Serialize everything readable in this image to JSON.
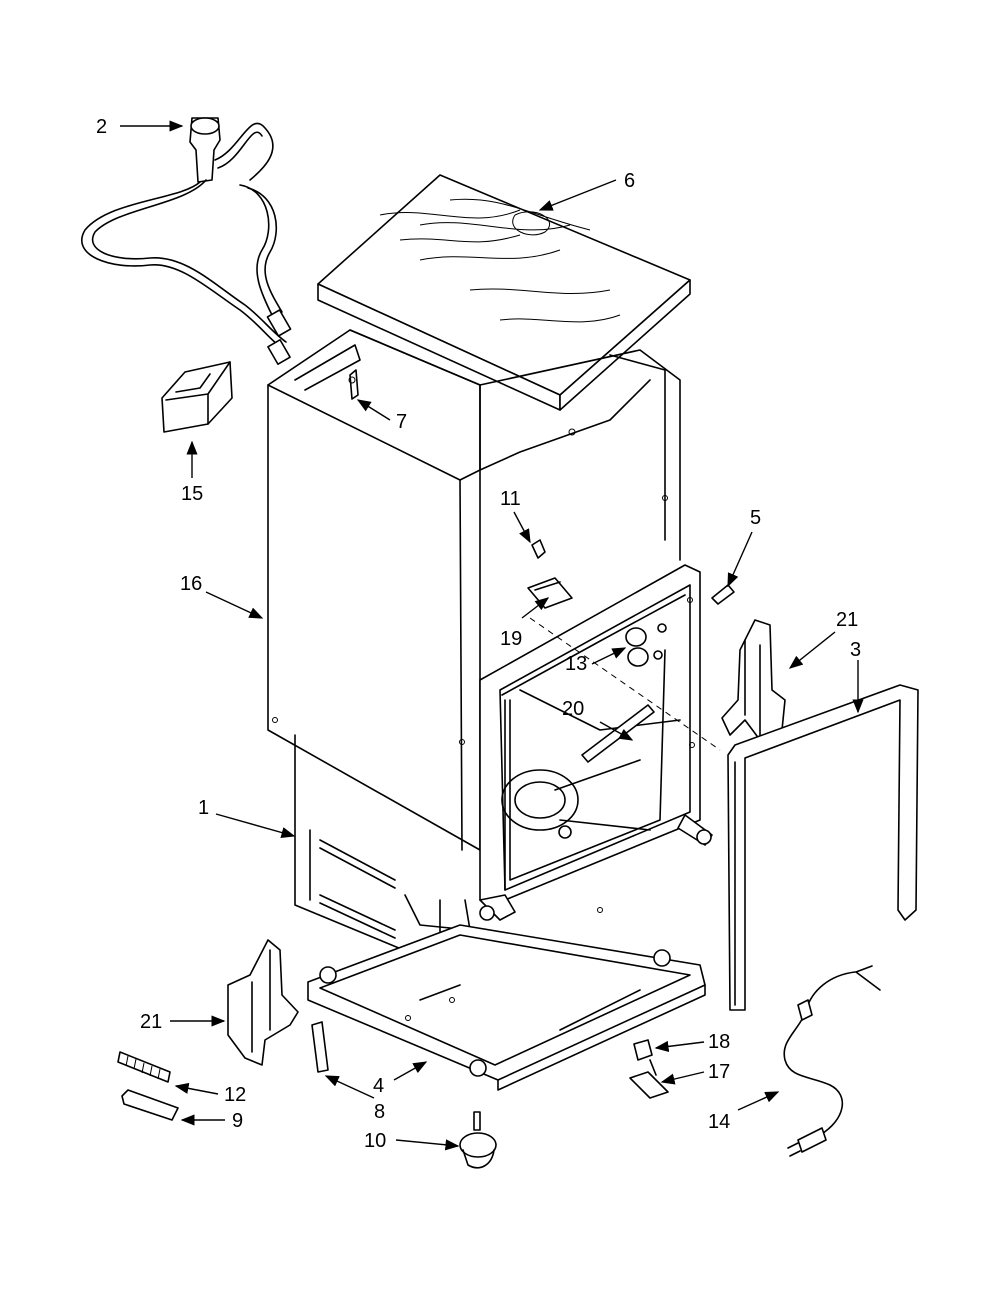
{
  "callouts": {
    "c1": "1",
    "c2": "2",
    "c3": "3",
    "c4": "4",
    "c5": "5",
    "c6": "6",
    "c7": "7",
    "c8": "8",
    "c9": "9",
    "c10": "10",
    "c11": "11",
    "c12": "12",
    "c13": "13",
    "c14": "14",
    "c15": "15",
    "c16": "16",
    "c17": "17",
    "c18": "18",
    "c19": "19",
    "c20": "20",
    "c21a": "21",
    "c21b": "21"
  },
  "colors": {
    "line": "#000000",
    "paper": "#ffffff"
  }
}
